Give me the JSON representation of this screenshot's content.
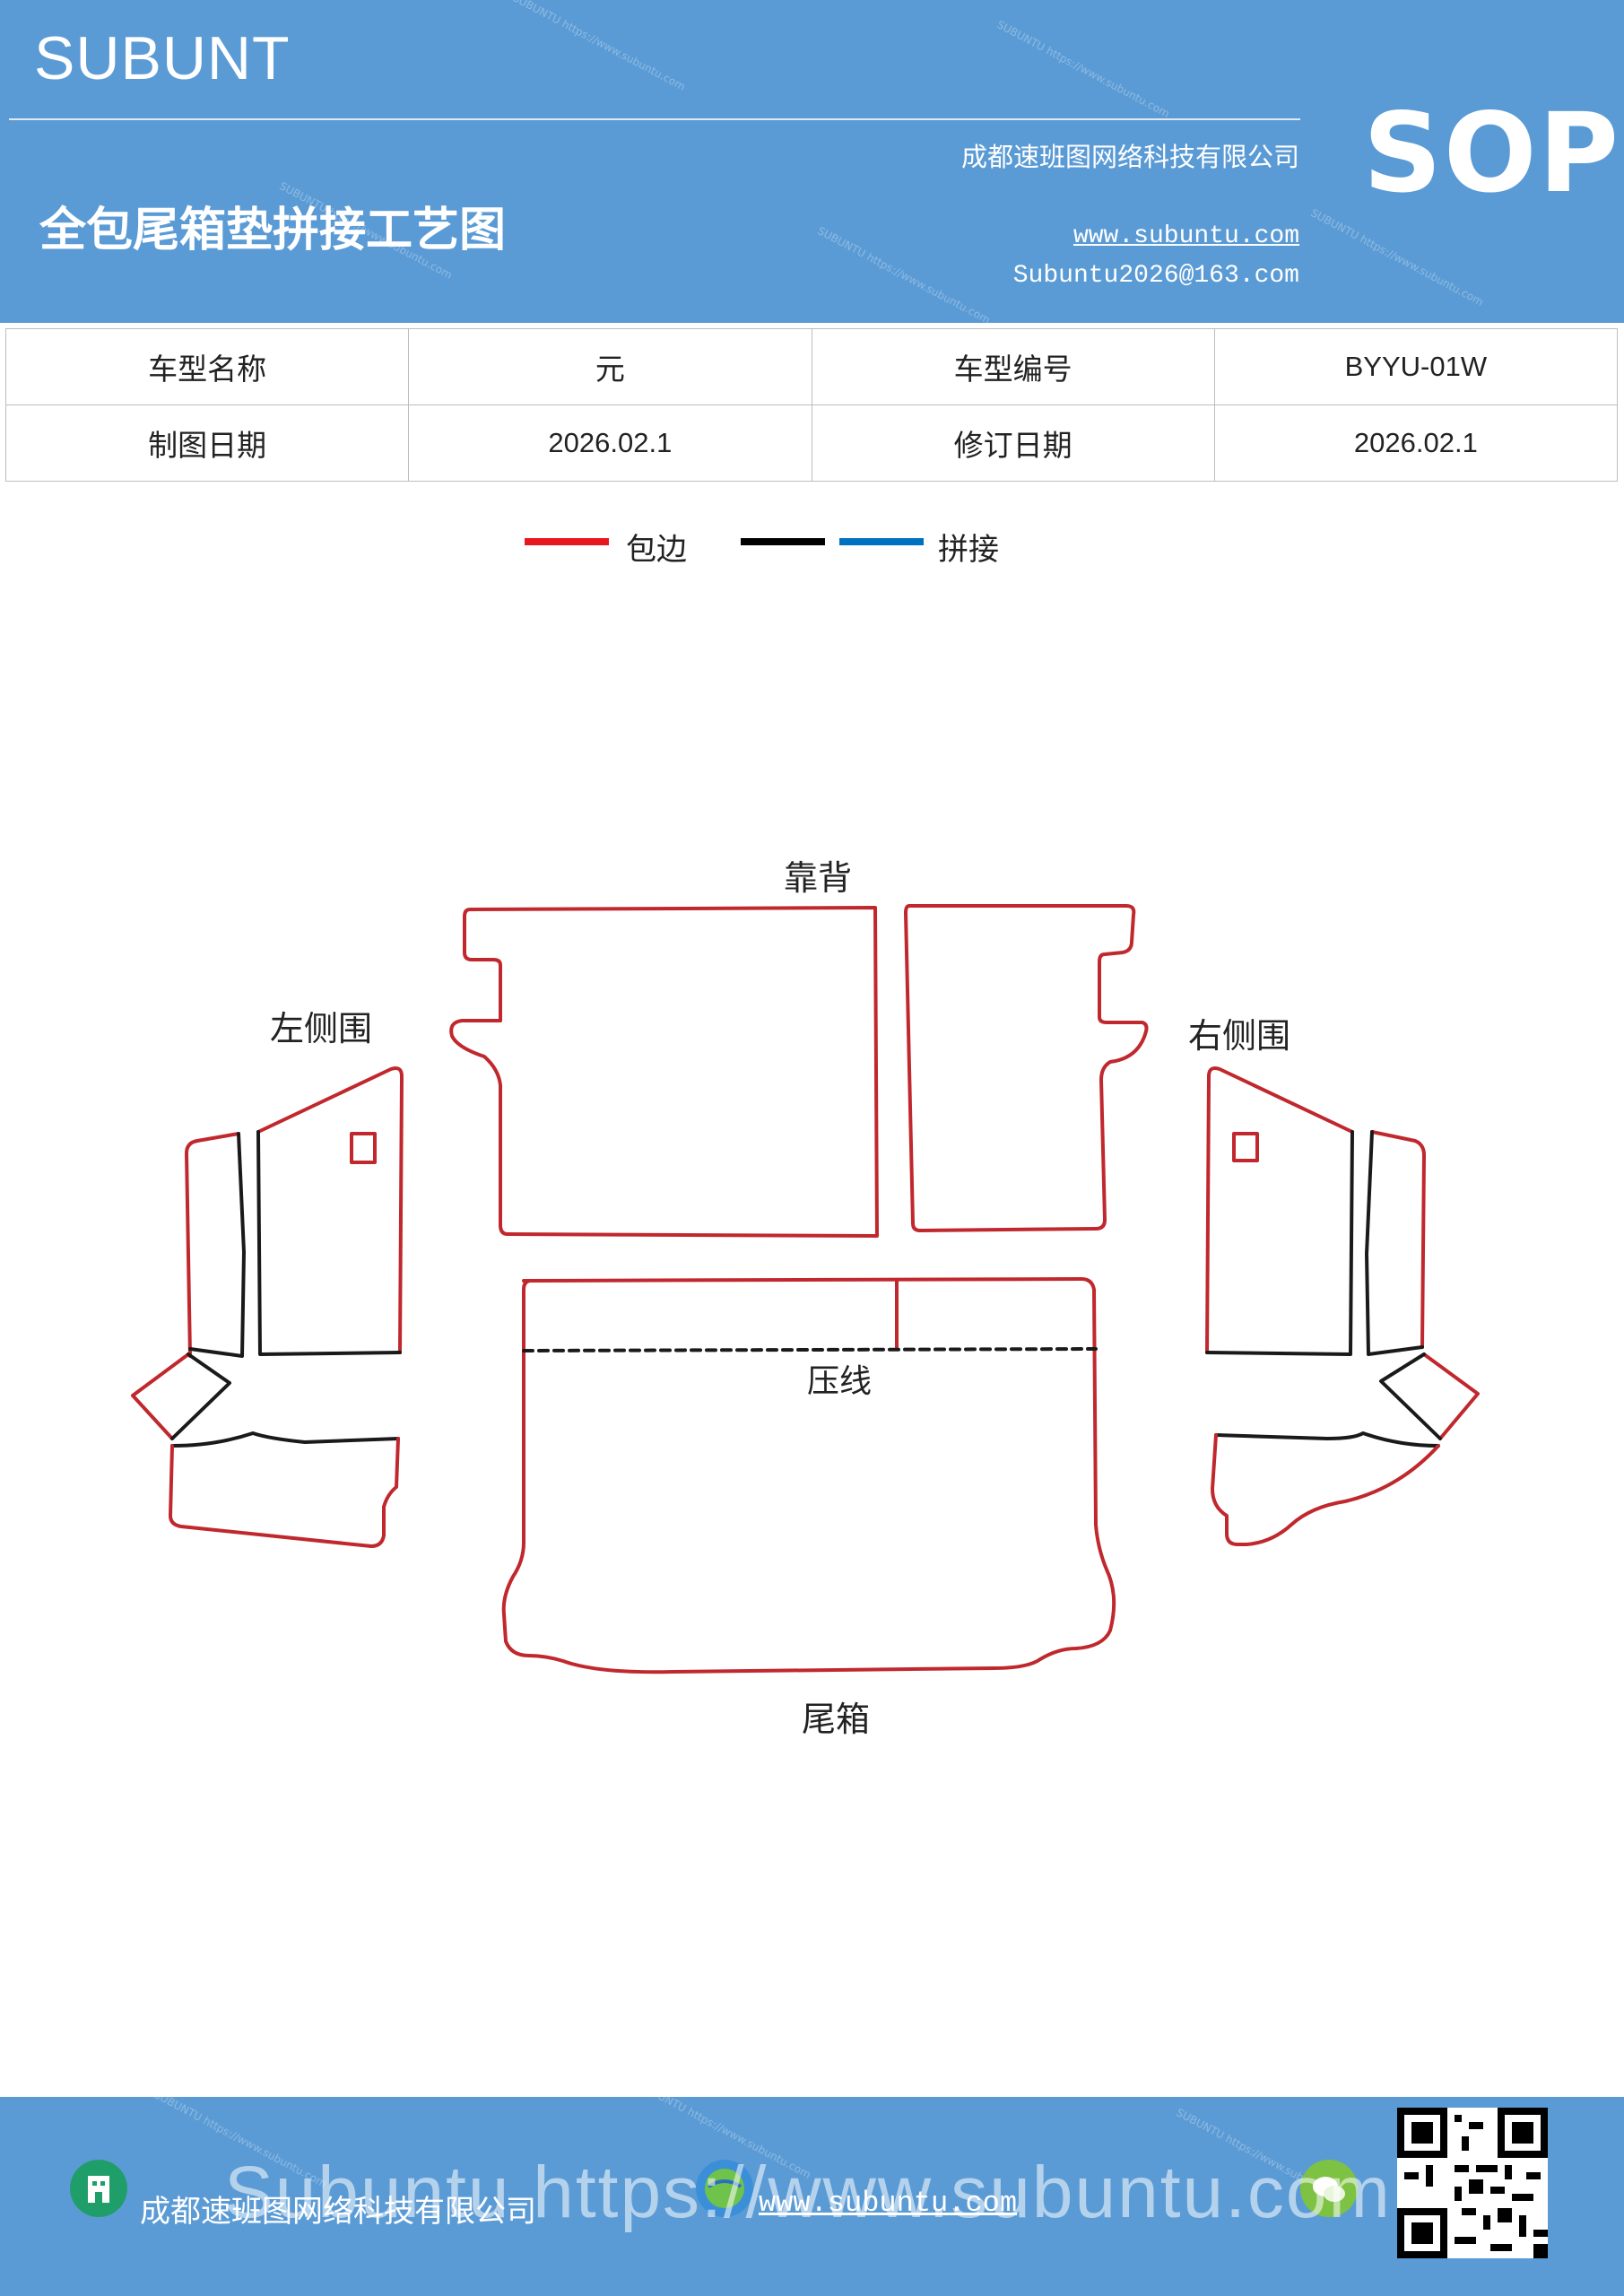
{
  "header": {
    "brand": "SUBUNT",
    "title": "全包尾箱垫拼接工艺图",
    "company": "成都速班图网络科技有限公司",
    "website": "www.subuntu.com",
    "email": "Subuntu2026@163.com",
    "badge": "SOP",
    "watermark": "SUBUNTU https://www.subuntu.com"
  },
  "info_table": {
    "rows": [
      [
        "车型名称",
        "元",
        "车型编号",
        "BYYU-01W"
      ],
      [
        "制图日期",
        "2026.02.1",
        "修订日期",
        "2026.02.1"
      ]
    ]
  },
  "legend": {
    "items": [
      {
        "label": "包边",
        "color": "#e8171e"
      },
      {
        "label": "",
        "color": "#000000"
      },
      {
        "label": "拼接",
        "color": "#0070c0"
      }
    ]
  },
  "diagram": {
    "labels": {
      "backrest": "靠背",
      "left_side": "左侧围",
      "right_side": "右侧围",
      "crease": "压线",
      "trunk": "尾箱"
    },
    "colors": {
      "edge": "#c0282d",
      "seam": "#1a1a1a"
    }
  },
  "footer": {
    "company": "成都速班图网络科技有限公司",
    "website": "www.subuntu.com",
    "overlay": "Subuntu  https://www.subuntu.com",
    "icons": [
      "building-icon",
      "globe-icon",
      "wechat-icon"
    ]
  }
}
